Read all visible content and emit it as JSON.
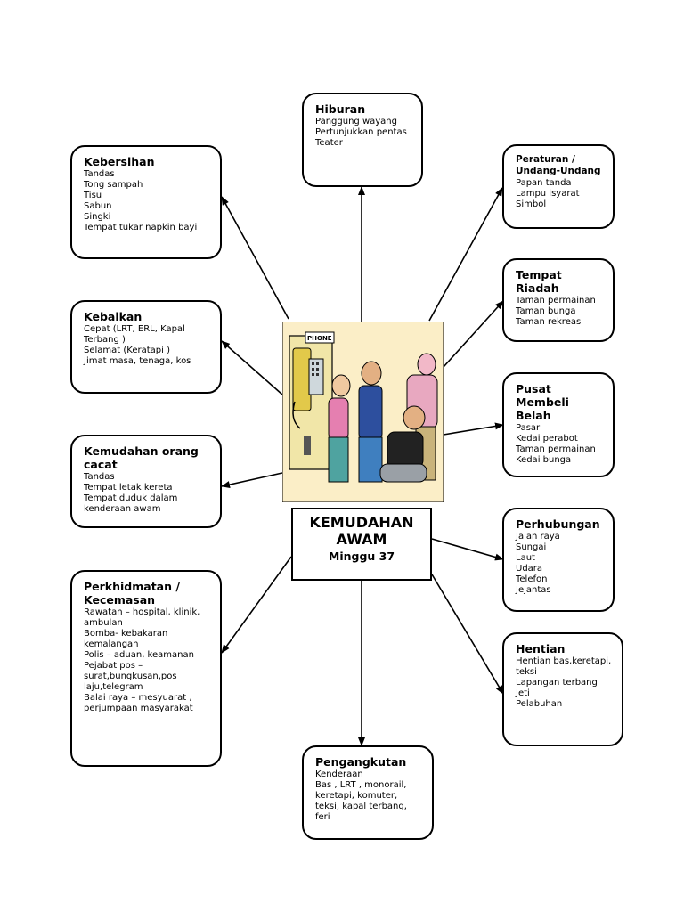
{
  "center": {
    "title_line1": "KEMUDAHAN",
    "title_line2": "AWAM",
    "subtitle": "Minggu 37"
  },
  "illustration": {
    "signboard_text": "PHONE"
  },
  "boxes": {
    "kebersihan": {
      "title": "Kebersihan",
      "items": [
        "Tandas",
        "Tong sampah",
        "Tisu",
        "Sabun",
        "Singki",
        "Tempat tukar napkin bayi"
      ]
    },
    "hiburan": {
      "title": "Hiburan",
      "items": [
        "Panggung wayang",
        "Pertunjukkan pentas",
        "Teater"
      ]
    },
    "peraturan": {
      "title": "Peraturan / Undang-Undang",
      "items": [
        "Papan tanda",
        "Lampu isyarat",
        "Simbol"
      ]
    },
    "riadah": {
      "title": "Tempat Riadah",
      "items": [
        "Taman permainan",
        "Taman bunga",
        "Taman rekreasi"
      ]
    },
    "kebaikan": {
      "title": "Kebaikan",
      "items": [
        "Cepat (LRT, ERL, Kapal Terbang )",
        "Selamat (Keratapi )",
        "Jimat masa, tenaga, kos"
      ]
    },
    "membeli": {
      "title": "Pusat Membeli Belah",
      "items": [
        "Pasar",
        "Kedai perabot",
        "Taman permainan",
        "Kedai bunga"
      ]
    },
    "cacat": {
      "title": "Kemudahan orang cacat",
      "items": [
        "Tandas",
        "Tempat letak kereta",
        "Tempat duduk dalam kenderaan awam"
      ]
    },
    "perhubungan": {
      "title": "Perhubungan",
      "items": [
        "Jalan raya",
        "Sungai",
        "Laut",
        "Udara",
        "Telefon",
        "Jejantas"
      ]
    },
    "perkhidmatan": {
      "title": "Perkhidmatan / Kecemasan",
      "items": [
        "Rawatan – hospital, klinik, ambulan",
        "Bomba- kebakaran kemalangan",
        "Polis – aduan, keamanan",
        "Pejabat pos – surat,bungkusan,pos laju,telegram",
        "Balai raya – mesyuarat , perjumpaan masyarakat"
      ]
    },
    "hentian": {
      "title": "Hentian",
      "items": [
        "Hentian bas,keretapi, teksi",
        "Lapangan terbang",
        "Jeti",
        "Pelabuhan"
      ]
    },
    "pengangkutan": {
      "title": "Pengangkutan",
      "items": [
        "Kenderaan",
        "Bas , LRT , monorail, keretapi, komuter, teksi, kapal terbang, feri"
      ]
    }
  }
}
